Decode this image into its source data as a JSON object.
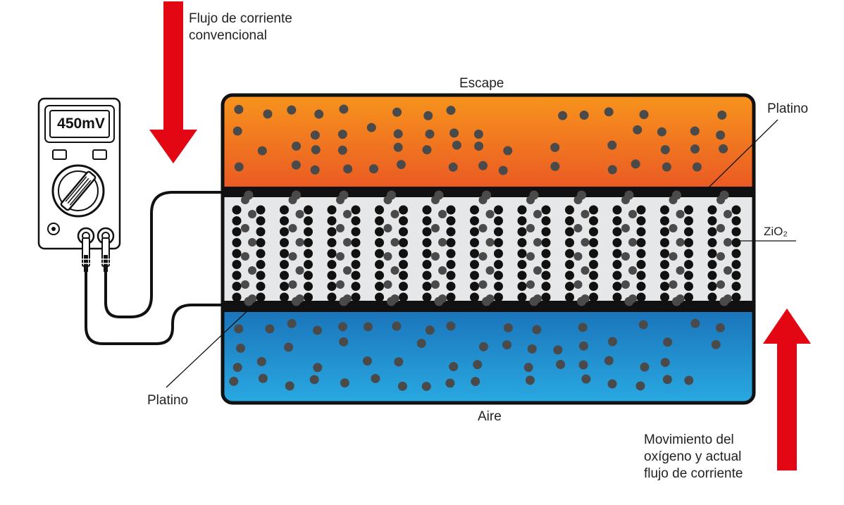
{
  "meter": {
    "reading": "450mV"
  },
  "labels": {
    "conventional_current": "Flujo de corriente\nconvencional",
    "escape": "Escape",
    "platino_top": "Platino",
    "zio2": "ZiO₂",
    "platino_bottom": "Platino",
    "aire": "Aire",
    "oxygen_movement": "Movimiento del\noxígeno y actual\nflujo de corriente"
  },
  "colors": {
    "arrow": "#e30613",
    "exhaust_top": "#f7941d",
    "exhaust_bottom": "#ea5a23",
    "air_top": "#1b75bb",
    "air_bottom": "#29a9e1",
    "zirconia": "#e6e7e8",
    "platinum_layer": "#111111",
    "molecule": "#4a4a4a",
    "ion": "#111111"
  }
}
